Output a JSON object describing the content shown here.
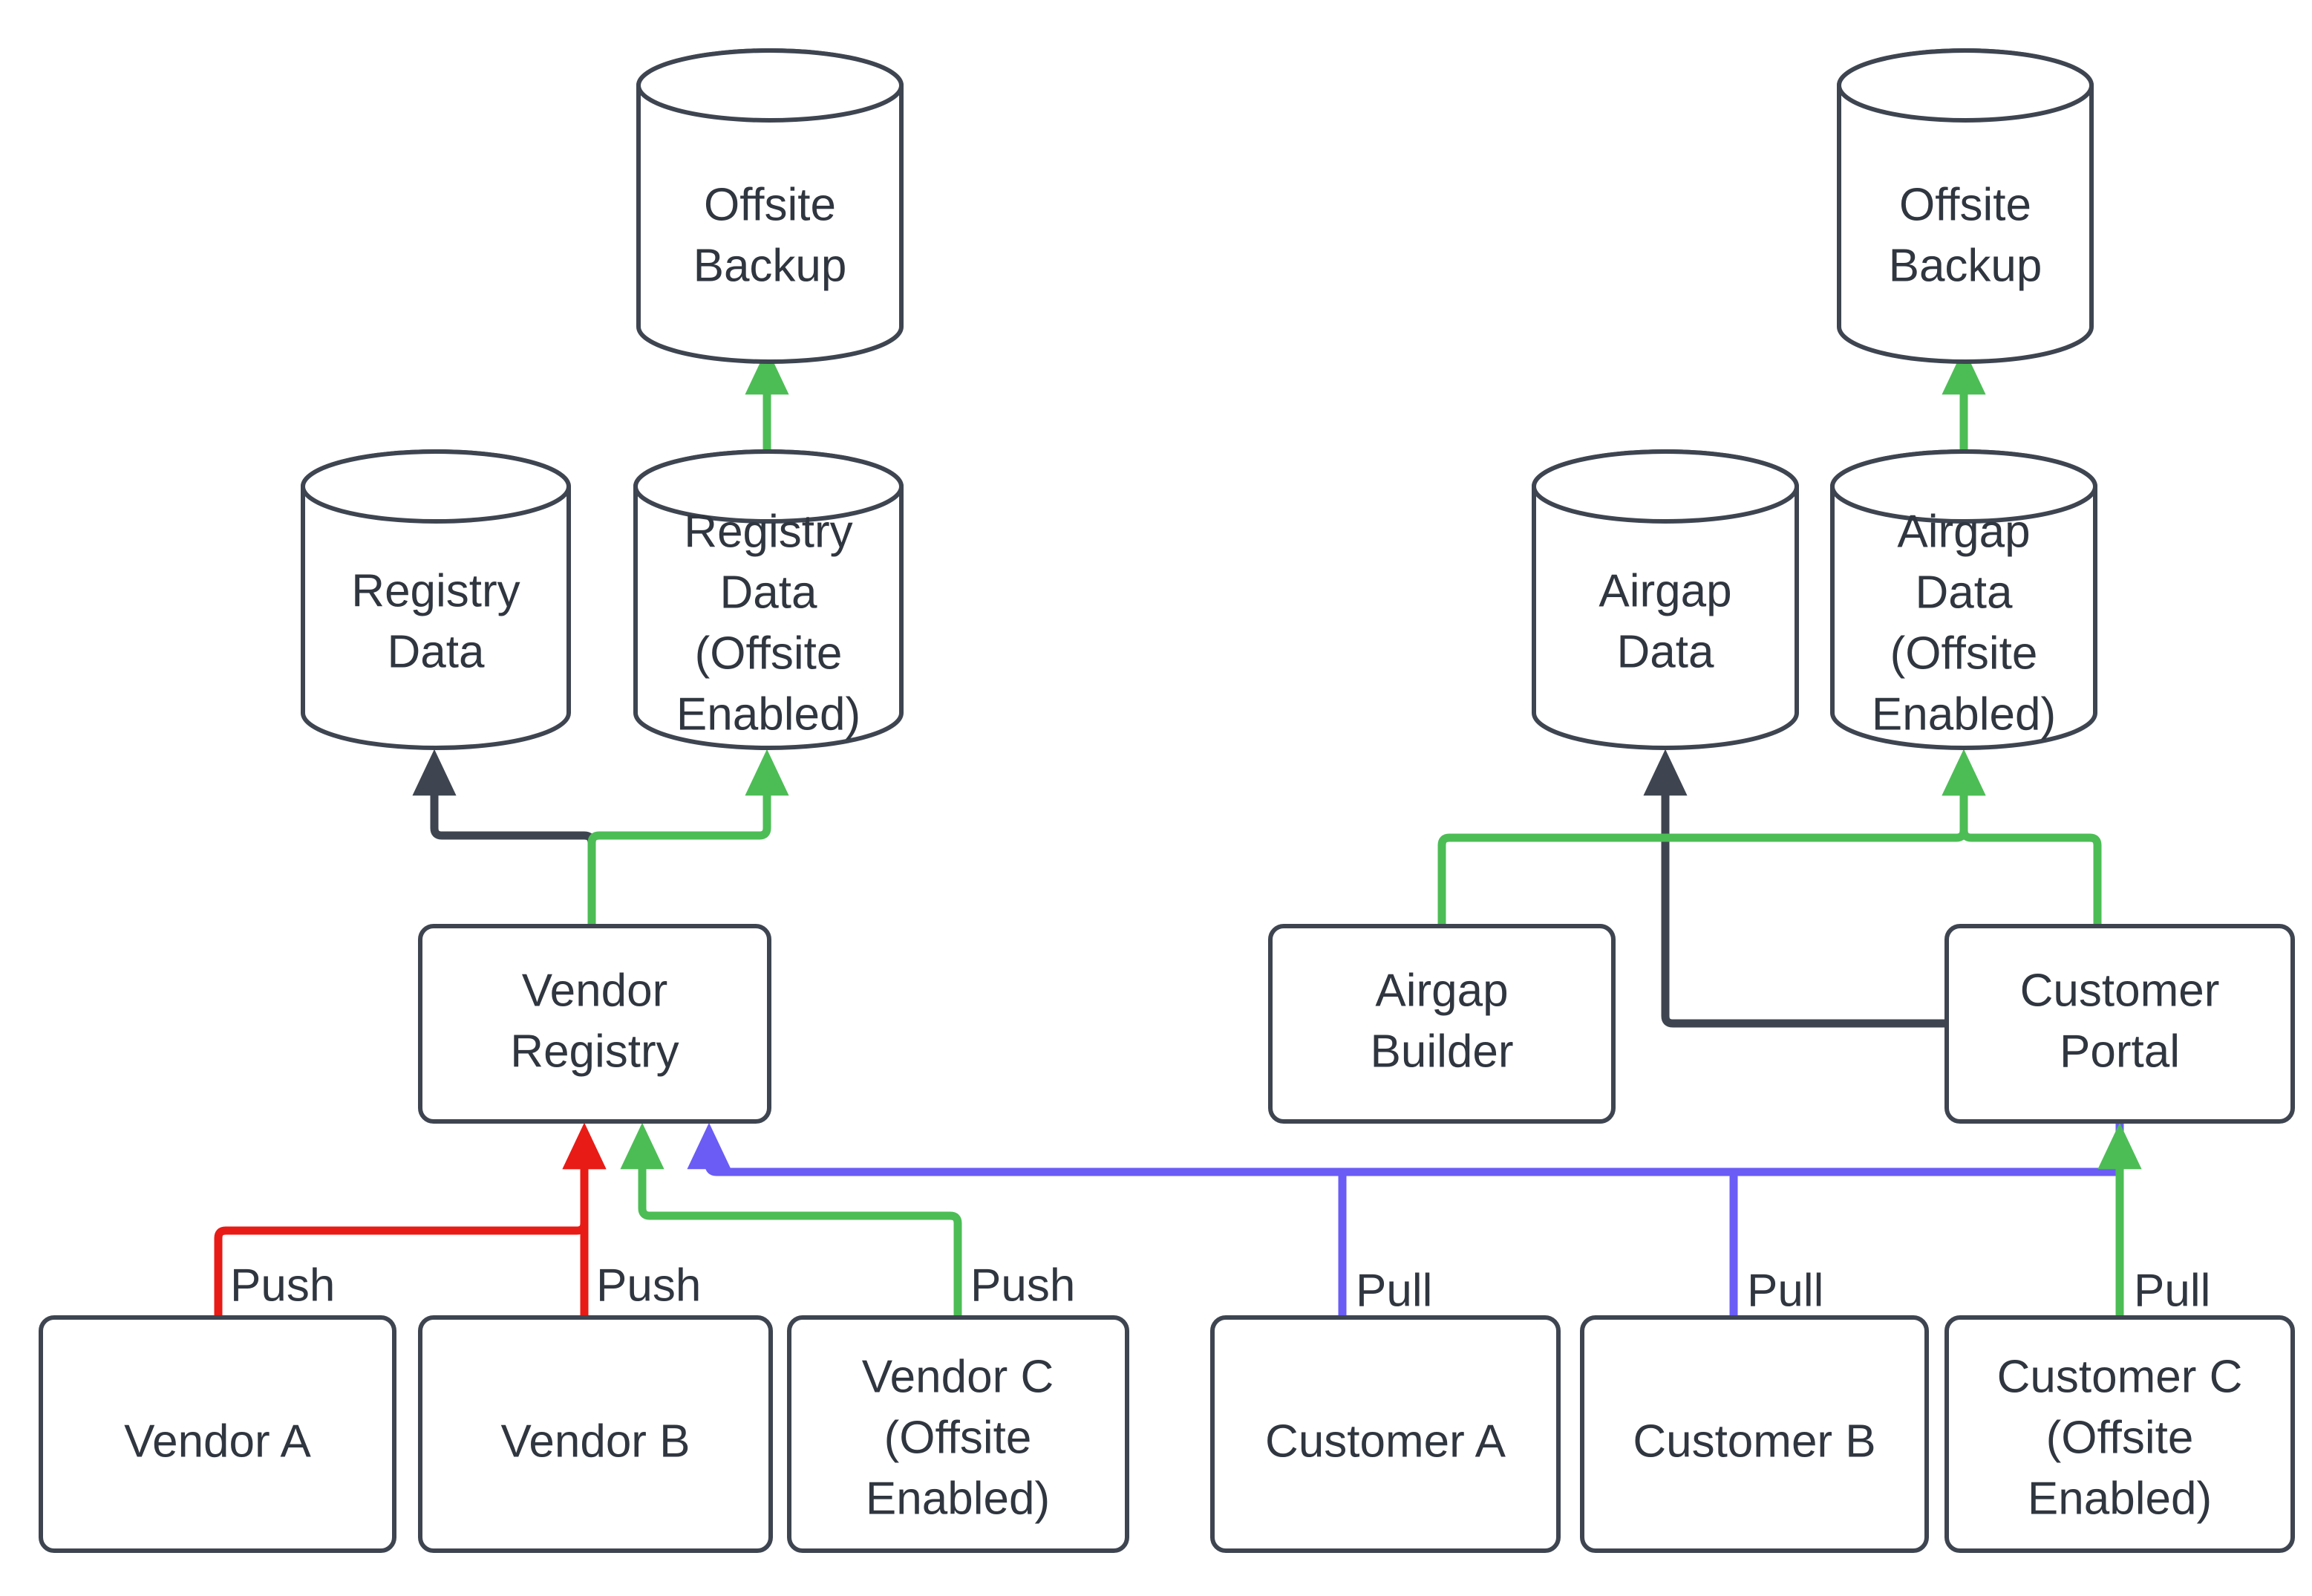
{
  "diagram": {
    "title": "Vendor Registry and Customer Portal data flow",
    "background": "#ffffff",
    "colors": {
      "node_stroke": "#3E4551",
      "node_fill": "#ffffff",
      "text": "#30363F",
      "edge_dark": "#3E4551",
      "edge_green": "#4CBD55",
      "edge_red": "#E81B16",
      "edge_blue": "#6A5CF5"
    },
    "nodes": {
      "offsite_backup_left": {
        "label_line1": "Offsite",
        "label_line2": "Backup",
        "shape": "cylinder"
      },
      "registry_data": {
        "label_line1": "Registry",
        "label_line2": "Data",
        "shape": "cylinder"
      },
      "registry_data_offsite": {
        "label_line1": "Registry",
        "label_line2": "Data",
        "label_line3": "(Offsite",
        "label_line4": "Enabled)",
        "shape": "cylinder"
      },
      "vendor_registry": {
        "label_line1": "Vendor",
        "label_line2": "Registry",
        "shape": "rounded-rect"
      },
      "vendor_a": {
        "label_line1": "Vendor A",
        "shape": "rounded-rect"
      },
      "vendor_b": {
        "label_line1": "Vendor B",
        "shape": "rounded-rect"
      },
      "vendor_c": {
        "label_line1": "Vendor C",
        "label_line2": "(Offsite",
        "label_line3": "Enabled)",
        "shape": "rounded-rect"
      },
      "offsite_backup_right": {
        "label_line1": "Offsite",
        "label_line2": "Backup",
        "shape": "cylinder"
      },
      "airgap_data": {
        "label_line1": "Airgap",
        "label_line2": "Data",
        "shape": "cylinder"
      },
      "airgap_data_offsite": {
        "label_line1": "Airgap",
        "label_line2": "Data",
        "label_line3": "(Offsite",
        "label_line4": "Enabled)",
        "shape": "cylinder"
      },
      "airgap_builder": {
        "label_line1": "Airgap",
        "label_line2": "Builder",
        "shape": "rounded-rect"
      },
      "customer_portal": {
        "label_line1": "Customer",
        "label_line2": "Portal",
        "shape": "rounded-rect"
      },
      "customer_a": {
        "label_line1": "Customer A",
        "shape": "rounded-rect"
      },
      "customer_b": {
        "label_line1": "Customer B",
        "shape": "rounded-rect"
      },
      "customer_c": {
        "label_line1": "Customer C",
        "label_line2": "(Offsite",
        "label_line3": "Enabled)",
        "shape": "rounded-rect"
      }
    },
    "edge_labels": {
      "push_a": "Push",
      "push_b": "Push",
      "push_c": "Push",
      "pull_a": "Pull",
      "pull_b": "Pull",
      "pull_c": "Pull"
    },
    "edges": [
      {
        "id": "registry-data-to-offsite-backup",
        "from": "registry_data_offsite",
        "to": "offsite_backup_left",
        "color": "#4CBD55",
        "label": ""
      },
      {
        "id": "vendor-registry-to-registry-data",
        "from": "vendor_registry",
        "to": "registry_data",
        "color": "#3E4551",
        "label": ""
      },
      {
        "id": "vendor-registry-to-registry-data-offsite",
        "from": "vendor_registry",
        "to": "registry_data_offsite",
        "color": "#4CBD55",
        "label": ""
      },
      {
        "id": "vendor-a-push",
        "from": "vendor_a",
        "to": "vendor_registry",
        "color": "#E81B16",
        "label": "Push"
      },
      {
        "id": "vendor-b-push",
        "from": "vendor_b",
        "to": "vendor_registry",
        "color": "#E81B16",
        "label": "Push"
      },
      {
        "id": "vendor-c-push",
        "from": "vendor_c",
        "to": "vendor_registry",
        "color": "#4CBD55",
        "label": "Push"
      },
      {
        "id": "customer-portal-to-vendor-registry",
        "from": "customer_portal",
        "to": "vendor_registry",
        "color": "#6A5CF5",
        "label": ""
      },
      {
        "id": "airgap-data-to-offsite-backup",
        "from": "airgap_data_offsite",
        "to": "offsite_backup_right",
        "color": "#4CBD55",
        "label": ""
      },
      {
        "id": "customer-portal-to-airgap-data",
        "from": "customer_portal",
        "to": "airgap_data",
        "color": "#3E4551",
        "label": ""
      },
      {
        "id": "airgap-builder-to-airgap-data-offsite",
        "from": "airgap_builder",
        "to": "airgap_data_offsite",
        "color": "#4CBD55",
        "label": ""
      },
      {
        "id": "customer-portal-to-airgap-data-offsite",
        "from": "customer_portal",
        "to": "airgap_data_offsite",
        "color": "#4CBD55",
        "label": ""
      },
      {
        "id": "customer-a-pull",
        "from": "customer_a",
        "to": "customer_portal",
        "color": "#6A5CF5",
        "label": "Pull"
      },
      {
        "id": "customer-b-pull",
        "from": "customer_b",
        "to": "customer_portal",
        "color": "#6A5CF5",
        "label": "Pull"
      },
      {
        "id": "customer-c-pull",
        "from": "customer_c",
        "to": "customer_portal",
        "color": "#4CBD55",
        "label": "Pull"
      }
    ]
  }
}
